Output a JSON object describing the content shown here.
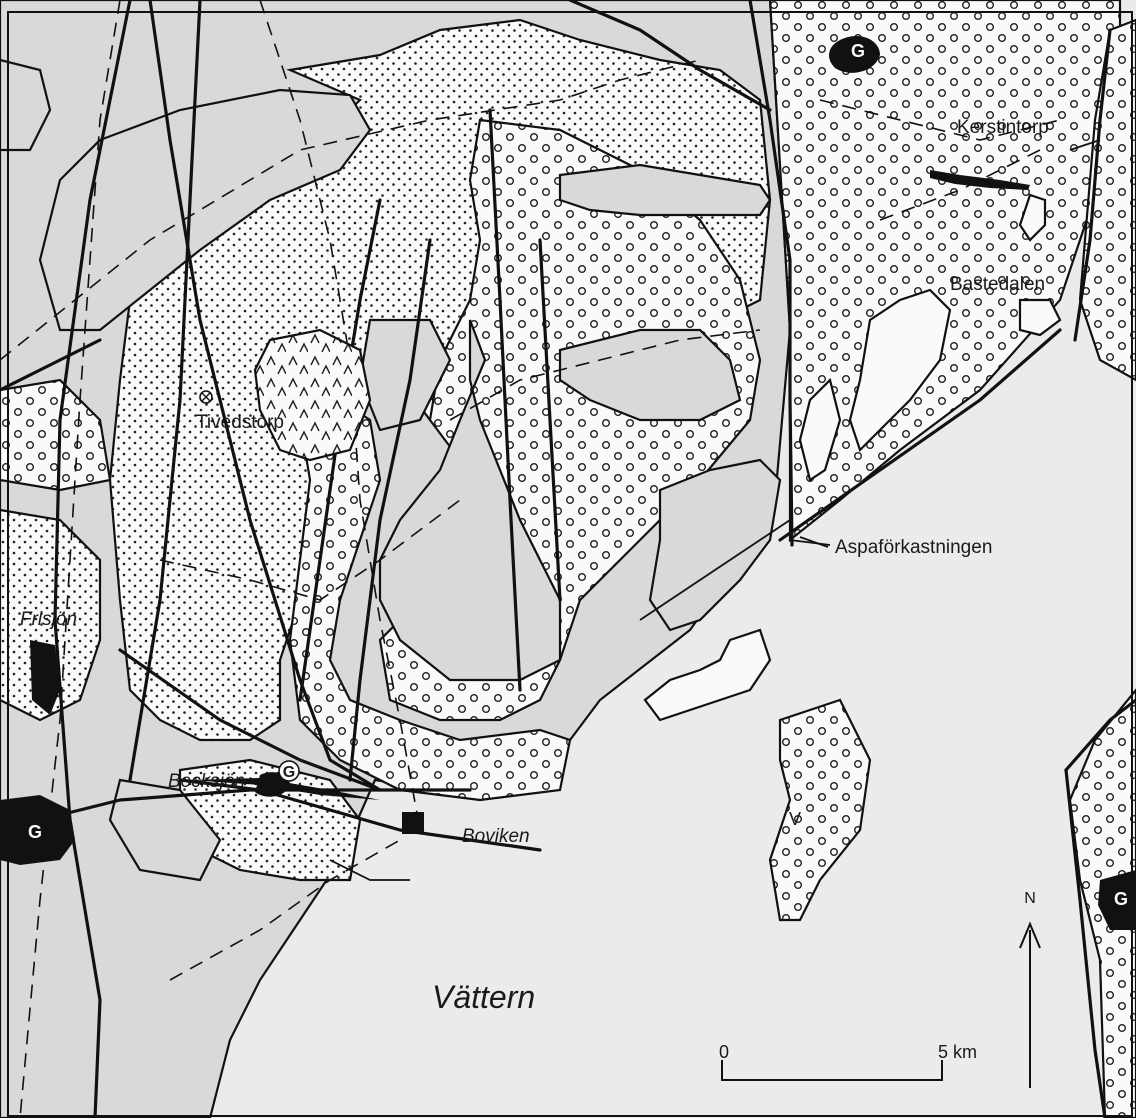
{
  "map": {
    "places": {
      "kerstintorp": "Kerstintorp",
      "bastedalen": "Bastedalen",
      "tivedstorp": "Tivedstorp",
      "aspaforkastningen": "Aspaförkastningen",
      "frisjon": "Frisjön",
      "bocksjon": "Bocksjön",
      "boviken": "Boviken",
      "vattern": "Vättern"
    },
    "symbols": {
      "granite_marker": "G",
      "volcanic_marker": "V",
      "volcanic_pattern": "Λ"
    },
    "north_arrow": {
      "label": "N"
    },
    "scale_bar": {
      "start_label": "0",
      "end_label": "5 km"
    },
    "colors": {
      "background": "#ebebeb",
      "land_light": "#d9d9d9",
      "land_white": "#fafafa",
      "line": "#111111"
    }
  }
}
